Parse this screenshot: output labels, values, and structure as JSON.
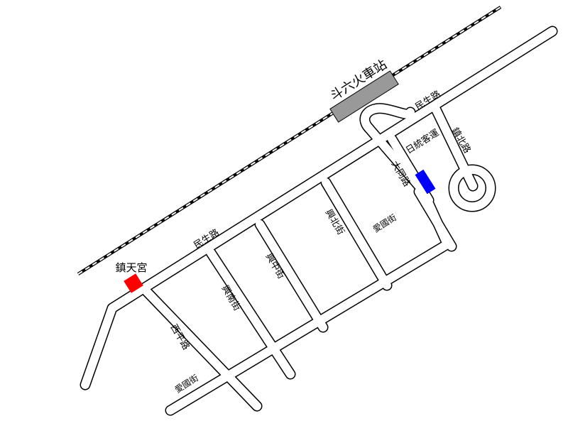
{
  "colors": {
    "background": "#ffffff",
    "road_outline": "#000000",
    "road_fill": "#ffffff",
    "station": "#999999",
    "temple": "#ff0000",
    "bus_station": "#0000ff"
  },
  "railway": {
    "style": "black-white dashed line"
  },
  "landmarks": {
    "station": "斗六火車站",
    "temple": "鎮天宮",
    "bus": "日統客運"
  },
  "streets": {
    "minsheng_upper": "民生路",
    "minsheng_lower": "民生路",
    "zhenbei": "鎮北路",
    "datong": "大同路",
    "aiguo_upper": "愛國街",
    "aiguo_lower": "愛國街",
    "xingbei": "興北街",
    "xingzhong": "興中街",
    "xingnan": "興南街",
    "xiping": "西平路"
  }
}
